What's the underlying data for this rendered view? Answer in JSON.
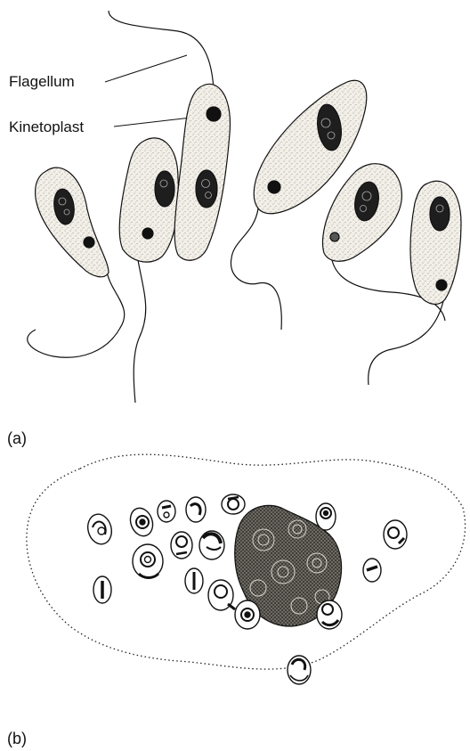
{
  "labels": {
    "flagellum": "Flagellum",
    "kinetoplast": "Kinetoplast",
    "panel_a": "(a)",
    "panel_b": "(b)"
  },
  "colors": {
    "ink": "#111111",
    "cell_fill": "#ece8e0",
    "nucleus": "#1a1a1a",
    "parasite_fill": "#ffffff"
  }
}
